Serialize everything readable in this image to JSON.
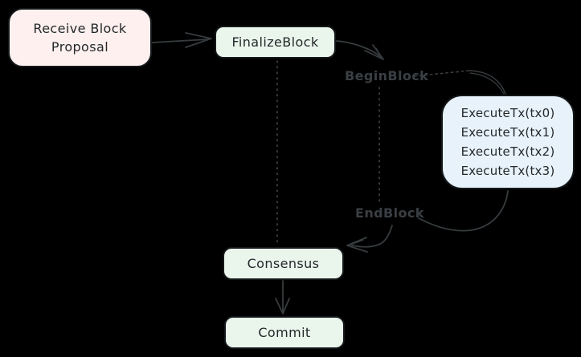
{
  "diagram": {
    "description": "Block lifecycle flow diagram (ABCI FinalizeBlock)",
    "background": "#000000",
    "nodes": {
      "receive": {
        "label": "Receive Block\nProposal",
        "fill": "#fdf0ee"
      },
      "finalize": {
        "label": "FinalizeBlock",
        "fill": "#eaf5ec"
      },
      "execute": {
        "fill": "#e7f2fb",
        "lines": [
          "ExecuteTx(tx0)",
          "ExecuteTx(tx1)",
          "ExecuteTx(tx2)",
          "ExecuteTx(tx3)"
        ]
      },
      "consensus": {
        "label": "Consensus",
        "fill": "#eaf5ec"
      },
      "commit": {
        "label": "Commit",
        "fill": "#eaf5ec"
      }
    },
    "phase_labels": {
      "begin_block": "BeginBlock",
      "end_block": "EndBlock"
    },
    "edges": [
      "Receive Block Proposal -> FinalizeBlock (solid arrow)",
      "FinalizeBlock -> BeginBlock (curved arrow)",
      "BeginBlock -> ExecuteTx box (dotted then curved line)",
      "ExecuteTx box -> EndBlock (curved line)",
      "EndBlock -> Consensus (curved arrow)",
      "FinalizeBlock -> Consensus (vertical dotted line)",
      "BeginBlock -> EndBlock (vertical dotted line)",
      "Consensus -> Commit (solid arrow)"
    ],
    "colors": {
      "stroke": "#373c3f",
      "dotted_stroke": "#44494d",
      "border": "#15181a",
      "node_text": "#24282b",
      "phase_label_text": "#3a3f44"
    }
  }
}
